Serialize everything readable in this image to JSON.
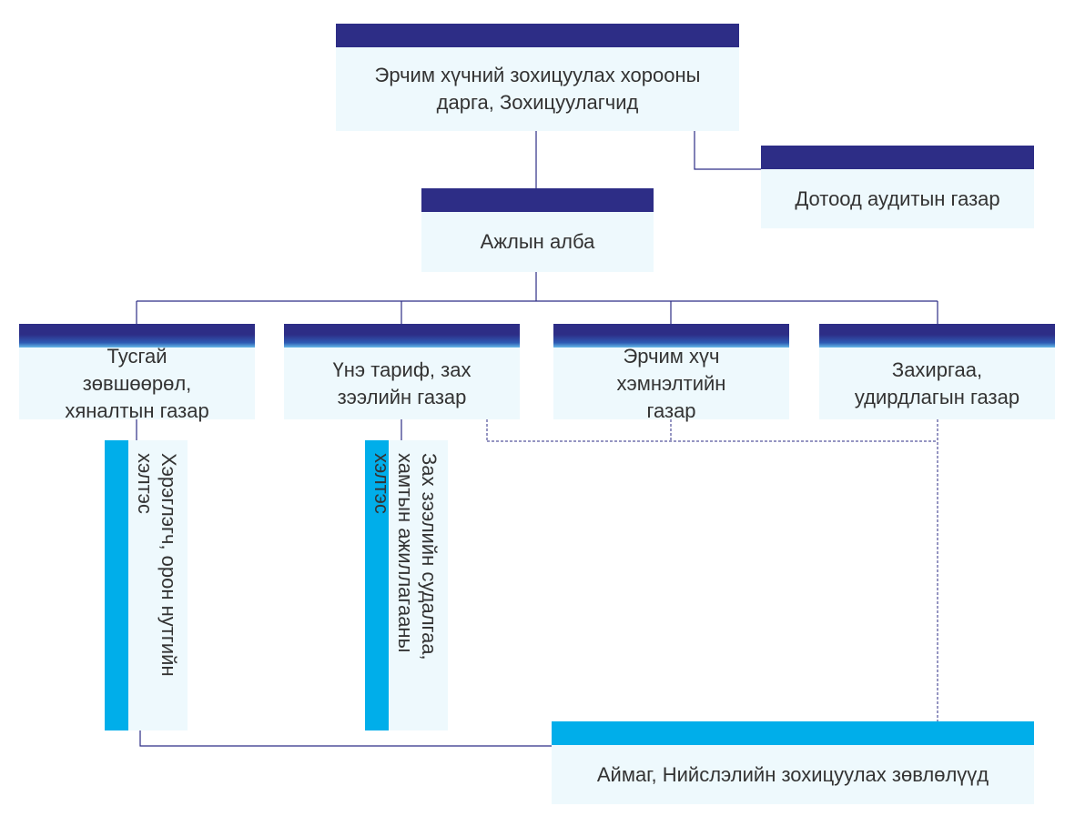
{
  "colors": {
    "header_bar": "#2d2d86",
    "accent_bar": "#00aeea",
    "box_fill": "#eef9fd",
    "line": "#2d2d86",
    "text": "#333333"
  },
  "nodes": {
    "chairman": {
      "label": "Эрчим хүчний зохицуулах хорооны дарга, Зохицуулагчид"
    },
    "internal_audit": {
      "label": "Дотоод аудитын газар"
    },
    "secretariat": {
      "label": "Ажлын алба"
    },
    "licensing": {
      "label": "Тусгай зөвшөөрөл, хяналтын газар"
    },
    "tariff": {
      "label": "Үнэ тариф, зах зээлийн газар"
    },
    "energy_efficiency": {
      "label": "Эрчим хүч хэмнэлтийн газар"
    },
    "administration": {
      "label": "Захиргаа, удирдлагын газар"
    },
    "consumer_local": {
      "label": "Хэрэглэгч, орон нутгийн хэлтэс"
    },
    "market_research": {
      "label": "Зах зээлийн судалгаа, хамтын ажиллагааны хэлтэс"
    },
    "regional_councils": {
      "label": "Аймаг, Нийслэлийн зохицуулах зөвлөлүүд"
    }
  }
}
